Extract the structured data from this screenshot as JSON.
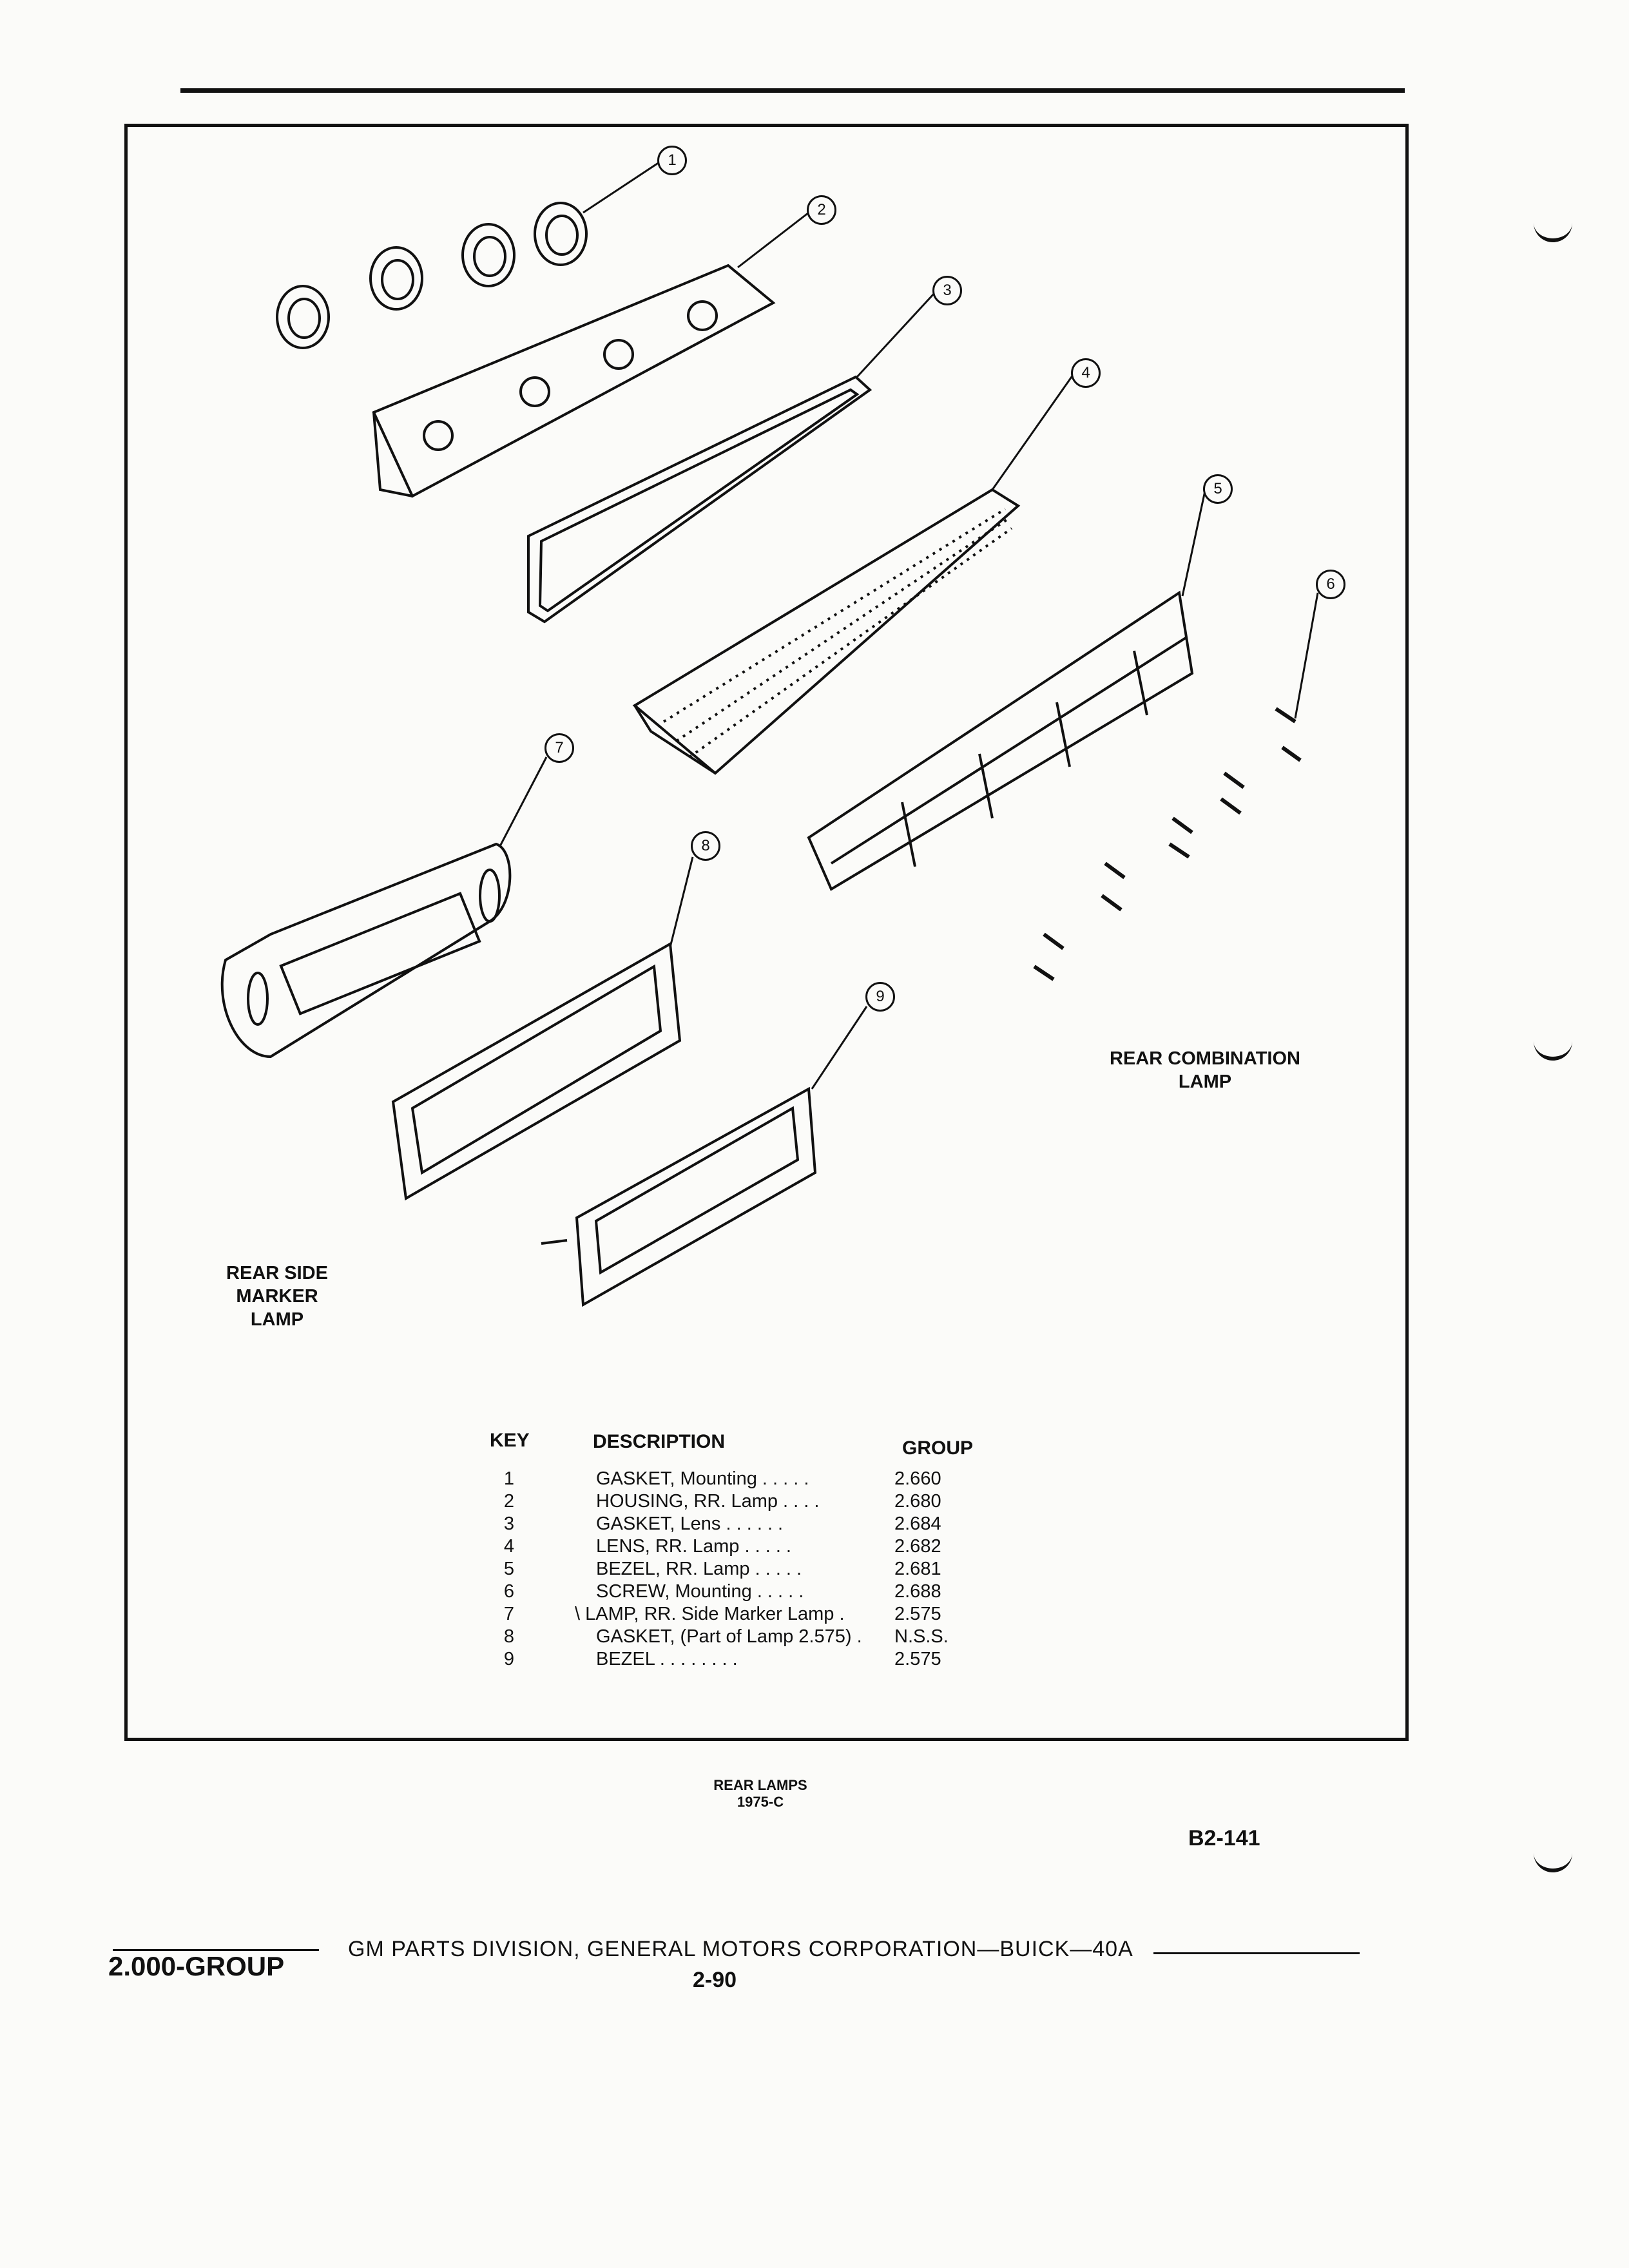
{
  "callouts": [
    "1",
    "2",
    "3",
    "4",
    "5",
    "6",
    "7",
    "8",
    "9"
  ],
  "labels": {
    "rear_combination": [
      "REAR COMBINATION",
      "LAMP"
    ],
    "rear_side_marker": [
      "REAR SIDE",
      "MARKER",
      "LAMP"
    ]
  },
  "legend": {
    "header_key": "KEY",
    "header_description": "DESCRIPTION",
    "header_group": "GROUP",
    "rows": [
      {
        "key": "1",
        "description": "GASKET, Mounting . . . . .",
        "group": "2.660"
      },
      {
        "key": "2",
        "description": "HOUSING, RR. Lamp . . . .",
        "group": "2.680"
      },
      {
        "key": "3",
        "description": "GASKET, Lens . . . . . .",
        "group": "2.684"
      },
      {
        "key": "4",
        "description": "LENS, RR. Lamp . . . . .",
        "group": "2.682"
      },
      {
        "key": "5",
        "description": "BEZEL, RR. Lamp . . . . .",
        "group": "2.681"
      },
      {
        "key": "6",
        "description": "SCREW, Mounting . . . . .",
        "group": "2.688"
      },
      {
        "key": "7",
        "description": "\\ LAMP, RR. Side Marker Lamp .",
        "group": "2.575"
      },
      {
        "key": "8",
        "description": "GASKET, (Part of Lamp 2.575) .",
        "group": "N.S.S."
      },
      {
        "key": "9",
        "description": "BEZEL . . . . . . . .",
        "group": "2.575"
      }
    ]
  },
  "caption": {
    "title": "REAR LAMPS",
    "subtitle": "1975-C"
  },
  "page_id": "B2-141",
  "footer": {
    "group": "2.000-GROUP",
    "center": "GM PARTS DIVISION, GENERAL MOTORS CORPORATION—BUICK—40A",
    "page": "2-90"
  }
}
